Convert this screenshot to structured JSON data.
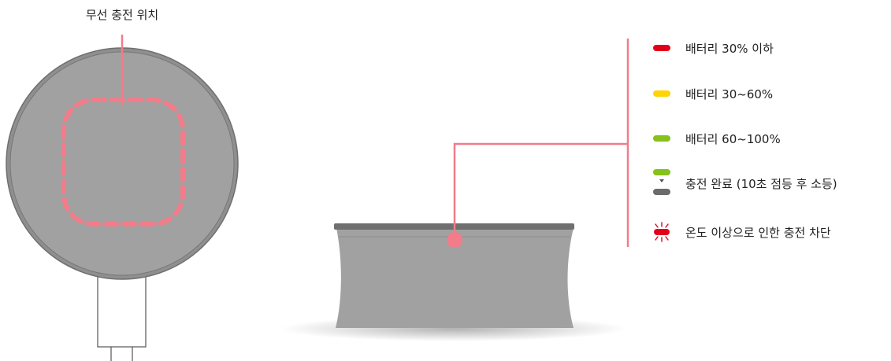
{
  "top_label": "무선 충전 위치",
  "colors": {
    "device_gray": "#a1a1a1",
    "device_edge": "#6f6f6f",
    "highlight_pink": "#f27c8a",
    "red": "#e3001b",
    "yellow": "#ffd400",
    "green": "#86c21c",
    "dark_gray": "#6b6b6b"
  },
  "legend": [
    {
      "icon": "red-indicator-icon",
      "label": "배터리 30% 이하"
    },
    {
      "icon": "yellow-indicator-icon",
      "label": "배터리 30~60%"
    },
    {
      "icon": "green-indicator-icon",
      "label": "배터리 60~100%"
    },
    {
      "icon": "green-to-off-indicator-icon",
      "label": "충전 완료 (10초 점등 후 소등)"
    },
    {
      "icon": "red-blinking-indicator-icon",
      "label": "온도 이상으로 인한 충전 차단"
    }
  ]
}
